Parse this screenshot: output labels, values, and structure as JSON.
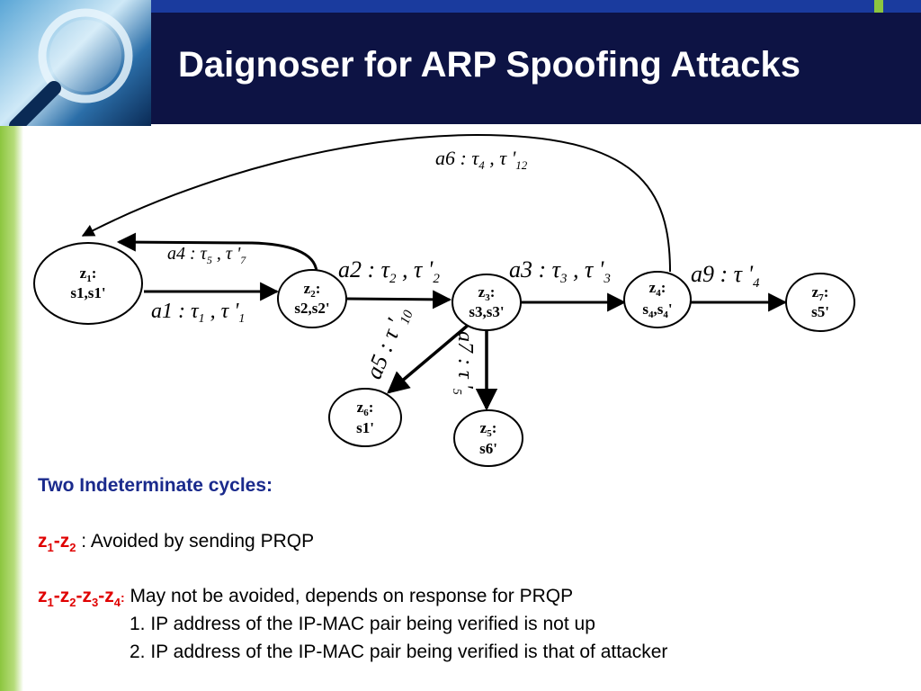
{
  "slide": {
    "title": "Daignoser for ARP Spoofing Attacks",
    "colors": {
      "header": "#0d1344",
      "accent_blue": "#1a3b9e",
      "accent_green": "#8cc63f",
      "heading_text": "#1a2a8c",
      "cycle_text": "#e00000"
    },
    "logo_icon": "magnifier-icon"
  },
  "diagram": {
    "nodes": [
      {
        "id": "z1",
        "name": "z",
        "sub": "1",
        "label": "s1,s1'"
      },
      {
        "id": "z2",
        "name": "z",
        "sub": "2",
        "label": "s2,s2'"
      },
      {
        "id": "z3",
        "name": "z",
        "sub": "3",
        "label": "s3,s3'"
      },
      {
        "id": "z4",
        "name": "z",
        "sub": "4",
        "label_parts": [
          "s",
          "4",
          ",s",
          "4",
          "'"
        ]
      },
      {
        "id": "z5",
        "name": "z",
        "sub": "5",
        "label": "s6'"
      },
      {
        "id": "z6",
        "name": "z",
        "sub": "6",
        "label": "s1'"
      },
      {
        "id": "z7",
        "name": "z",
        "sub": "7",
        "label": "s5'"
      }
    ],
    "edges": [
      {
        "id": "a1",
        "from": "z1",
        "to": "z2",
        "label": "a1 : τ1 , τ '1"
      },
      {
        "id": "a2",
        "from": "z2",
        "to": "z3",
        "label": "a2 : τ2 , τ '2"
      },
      {
        "id": "a3",
        "from": "z3",
        "to": "z4",
        "label": "a3 : τ3 , τ '3"
      },
      {
        "id": "a4",
        "from": "z2",
        "to": "z1",
        "label": "a4 : τ5 , τ '7"
      },
      {
        "id": "a5",
        "from": "z3",
        "to": "z6",
        "label": "a5 : τ '10"
      },
      {
        "id": "a6",
        "from": "z4",
        "to": "z1",
        "label": "a6 : τ4 , τ '12"
      },
      {
        "id": "a7",
        "from": "z3",
        "to": "z5",
        "label": "a7 : τ '5"
      },
      {
        "id": "a9",
        "from": "z4",
        "to": "z7",
        "label": "a9 : τ '4"
      }
    ]
  },
  "notes": {
    "heading": "Two Indeterminate cycles:",
    "cycle1": {
      "parts": [
        "z",
        "1",
        "-z",
        "2"
      ],
      "text": " : Avoided by sending PRQP"
    },
    "cycle2": {
      "parts": [
        "z",
        "1",
        "-z",
        "2",
        "-z",
        "3",
        "-z",
        "4",
        ":"
      ],
      "text": " May not be avoided, depends on response for PRQP"
    },
    "items": [
      "1. IP address of the IP-MAC pair being verified is not up",
      "2. IP address of the IP-MAC pair being verified is that of attacker"
    ]
  }
}
